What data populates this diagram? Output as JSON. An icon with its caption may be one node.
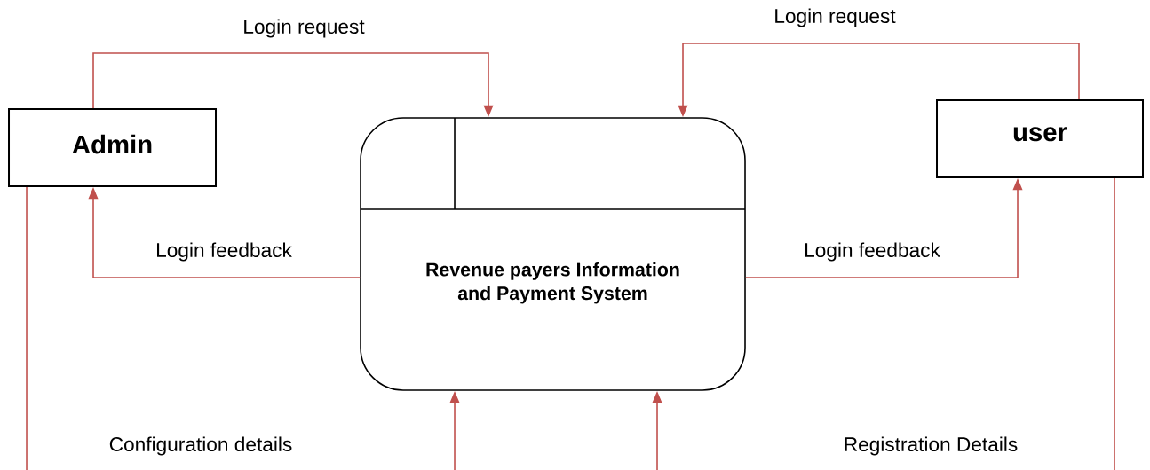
{
  "diagram": {
    "nodes": [
      {
        "text": [
          "Admin"
        ]
      },
      {
        "text": [
          "Revenue payers Information and Payment System"
        ]
      },
      {
        "text": [
          "user"
        ]
      }
    ],
    "edges": [
      {
        "from": 0,
        "to": 1,
        "arrow": "to",
        "label": "Login request"
      },
      {
        "from": 1,
        "to": 0,
        "arrow": "to",
        "label": "Login feedback"
      },
      {
        "from": 2,
        "to": 1,
        "arrow": "to",
        "label": "Login request"
      },
      {
        "from": 1,
        "to": 2,
        "arrow": "to",
        "label": "Login feedback"
      },
      {
        "from": 0,
        "to": null,
        "arrow": "none"
      },
      {
        "from": null,
        "to": 1,
        "arrow": "to"
      },
      {
        "from": null,
        "to": 1,
        "arrow": "to"
      },
      {
        "from": 2,
        "to": null,
        "arrow": "none"
      }
    ],
    "labels": [
      "Configuration details",
      "Registration Details"
    ]
  }
}
